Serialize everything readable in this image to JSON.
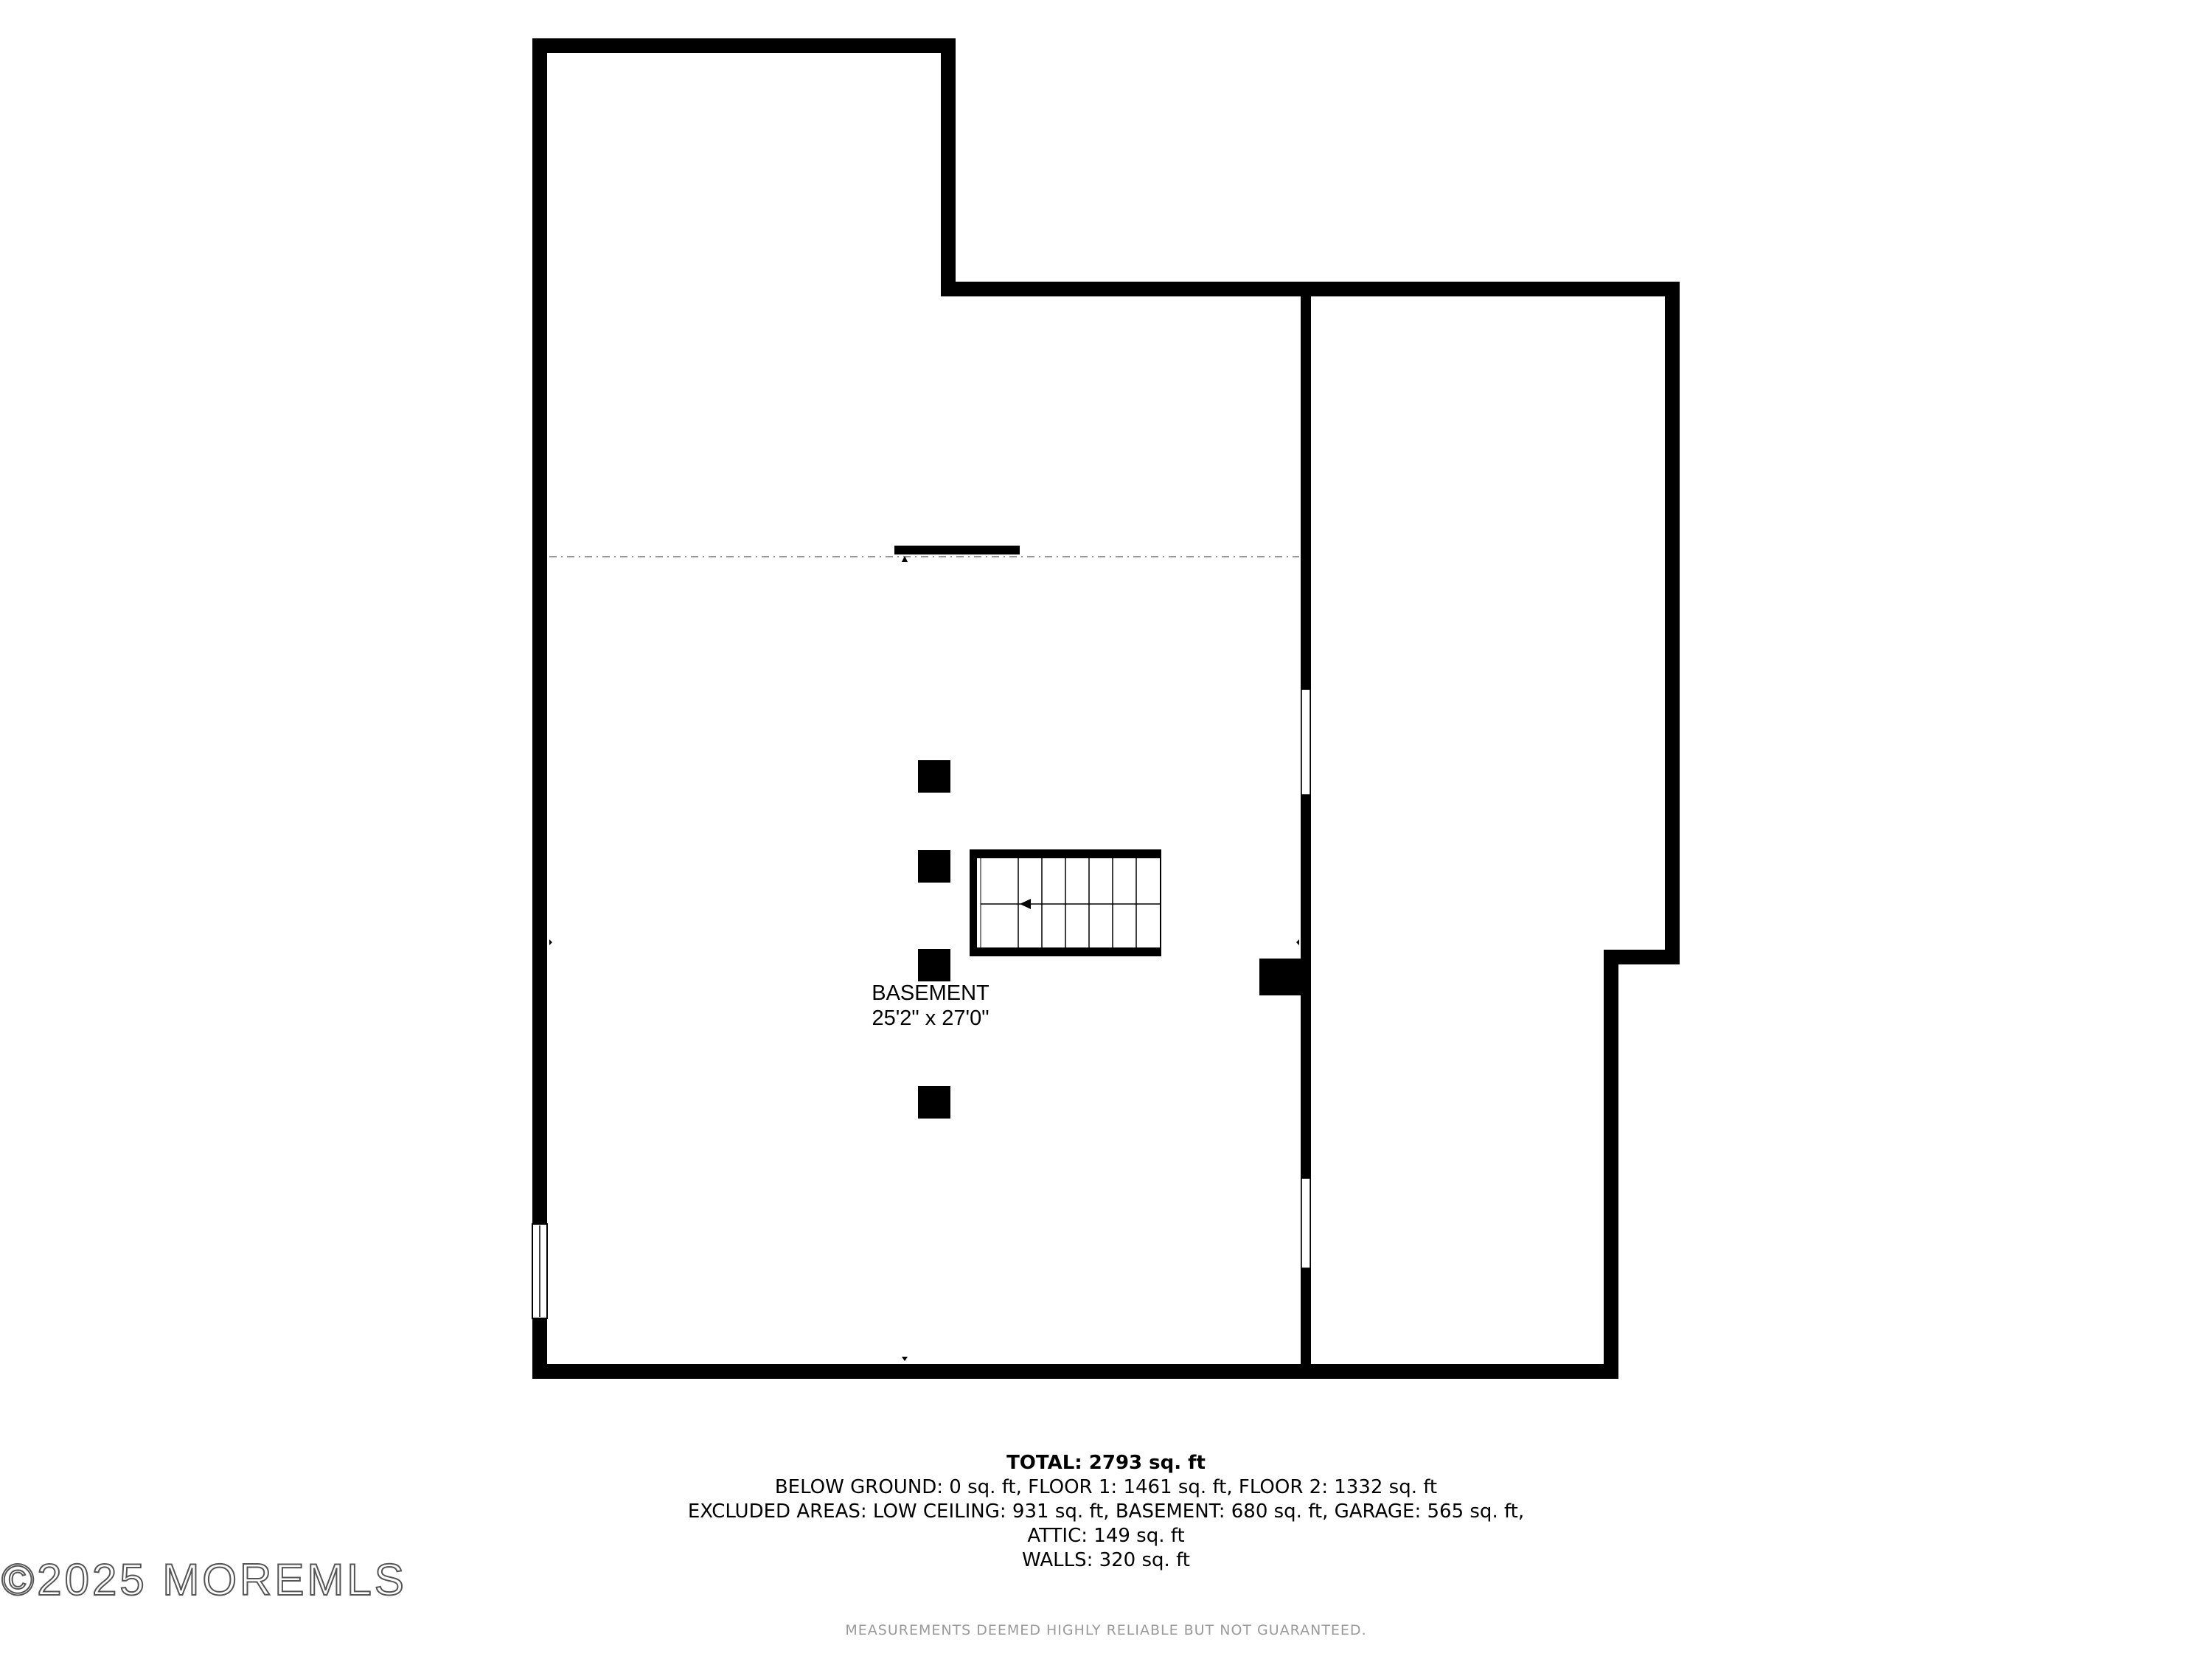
{
  "room": {
    "name": "BASEMENT",
    "dimensions": "25'2\" x 27'0\""
  },
  "summary": {
    "total": "TOTAL: 2793 sq. ft",
    "line1": "BELOW GROUND: 0 sq. ft, FLOOR 1: 1461 sq. ft, FLOOR 2: 1332 sq. ft",
    "line2": "EXCLUDED AREAS: LOW CEILING: 931 sq. ft, BASEMENT: 680 sq. ft, GARAGE: 565 sq. ft,",
    "line3": "ATTIC: 149 sq. ft",
    "line4": "WALLS: 320 sq. ft"
  },
  "watermark": "©2025 MOREMLS",
  "disclaimer": "MEASUREMENTS DEEMED HIGHLY RELIABLE BUT NOT GUARANTEED.",
  "colors": {
    "wall": "#000000",
    "background": "#ffffff",
    "disclaimer": "#9a9a9a"
  }
}
